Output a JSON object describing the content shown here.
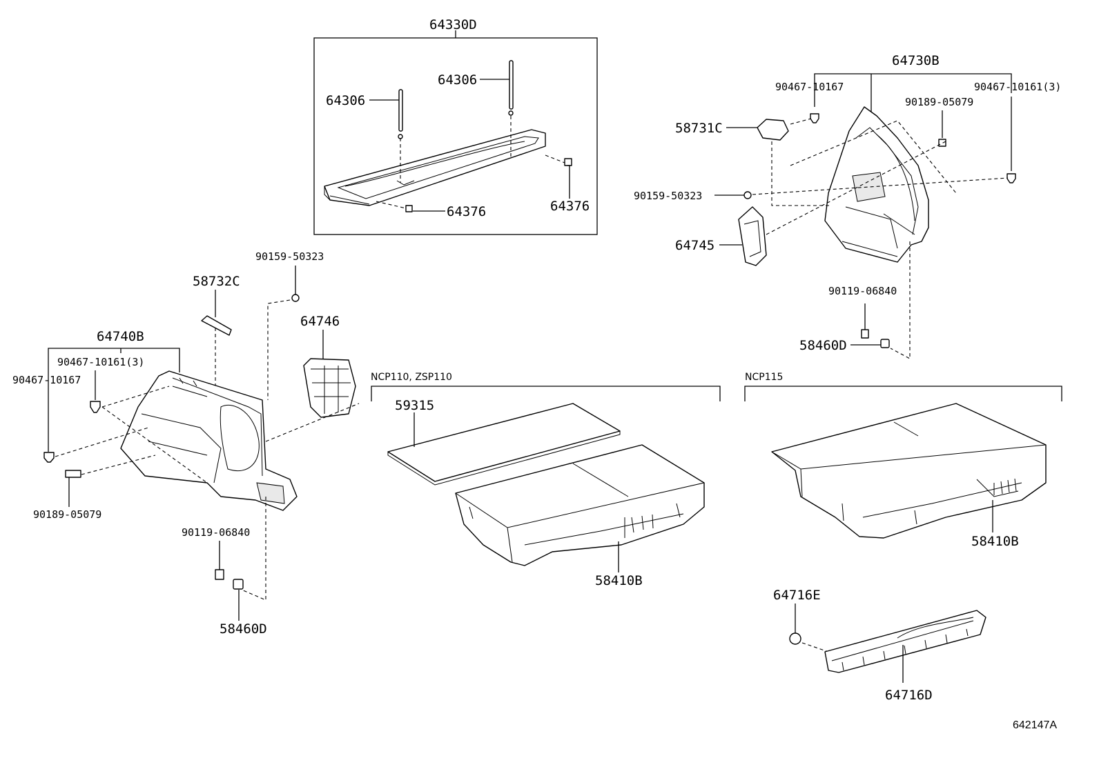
{
  "diagram_ref": "642147A",
  "variants": {
    "left": "NCP110, ZSP110",
    "right": "NCP115"
  },
  "labels": {
    "shelf_assy": "64330D",
    "shelf_rod_left": "64306",
    "shelf_rod_right": "64306",
    "shelf_clip_left": "64376",
    "shelf_clip_right": "64376",
    "trim_right_assy": "64730B",
    "clip_r_top_left": "90467-10167",
    "clip_r_top_right": "90467-10161(3)",
    "screw_r_90189": "90189-05079",
    "cover_58731": "58731C",
    "screw_r_90159": "90159-50323",
    "panel_64745": "64745",
    "bolt_r_90119": "90119-06840",
    "nut_r_58460": "58460D",
    "screw_l_90159": "90159-50323",
    "cover_58732": "58732C",
    "panel_64746": "64746",
    "trim_left_assy": "64740B",
    "clip_l_top": "90467-10161(3)",
    "clip_l_side": "90467-10167",
    "screw_l_90189": "90189-05079",
    "bolt_l_90119": "90119-06840",
    "nut_l_58460": "58460D",
    "mat_59315": "59315",
    "box_left_58410": "58410B",
    "box_right_58410": "58410B",
    "clip_64716e": "64716E",
    "plate_64716d": "64716D"
  }
}
